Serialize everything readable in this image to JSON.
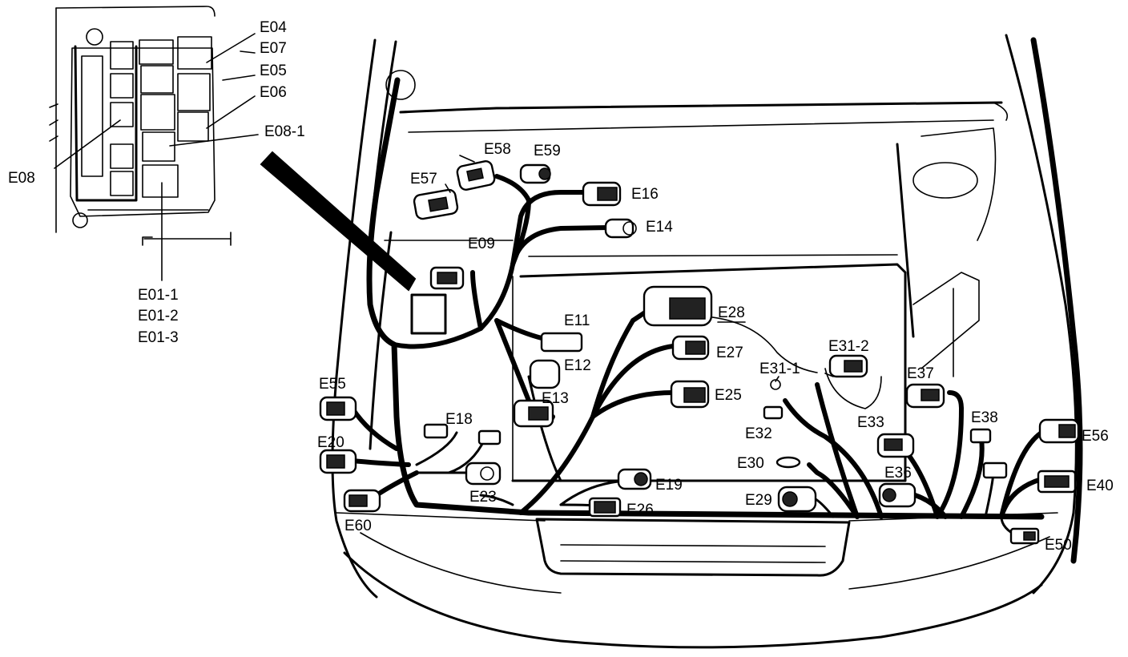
{
  "diagram": {
    "fuse_box_labels": {
      "E04": "E04",
      "E07": "E07",
      "E05": "E05",
      "E06": "E06",
      "E08-1": "E08-1",
      "E08": "E08",
      "E01-1": "E01-1",
      "E01-2": "E01-2",
      "E01-3": "E01-3"
    },
    "engine_bay_labels": {
      "E58": "E58",
      "E59": "E59",
      "E57": "E57",
      "E16": "E16",
      "E14": "E14",
      "E09": "E09",
      "E28": "E28",
      "E11": "E11",
      "E27": "E27",
      "E12": "E12",
      "E31-2": "E31-2",
      "E31-1": "E31-1",
      "E37": "E37",
      "E13": "E13",
      "E25": "E25",
      "E55": "E55",
      "E18": "E18",
      "E33": "E33",
      "E38": "E38",
      "E32": "E32",
      "E20": "E20",
      "E56": "E56",
      "E30": "E30",
      "E36": "E36",
      "E19": "E19",
      "E23": "E23",
      "E40": "E40",
      "E29": "E29",
      "E26": "E26",
      "E60": "E60",
      "E50": "E50"
    }
  }
}
